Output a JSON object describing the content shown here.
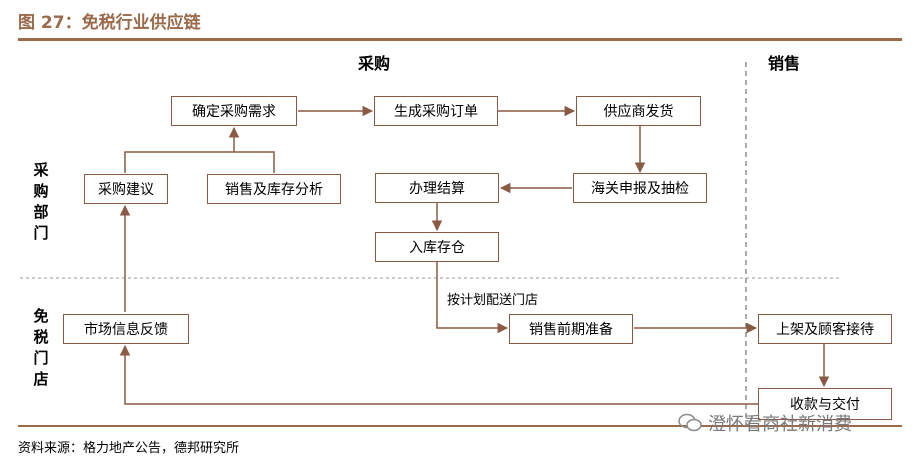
{
  "title": "图 27：免税行业供应链",
  "sections": {
    "purchase": "采购",
    "sales": "销售"
  },
  "lanes": {
    "purchase_dept": "采购部门",
    "dutyfree_store": "免税门店"
  },
  "boxes": {
    "determine_demand": "确定采购需求",
    "generate_order": "生成采购订单",
    "supplier_ship": "供应商发货",
    "purchase_suggestion": "采购建议",
    "sales_inventory_analysis": "销售及库存分析",
    "settlement": "办理结算",
    "customs_inspection": "海关申报及抽检",
    "warehouse_in": "入库存仓",
    "market_feedback": "市场信息反馈",
    "pre_sales_prep": "销售前期准备",
    "shelf_reception": "上架及顾客接待",
    "payment_delivery": "收款与交付"
  },
  "flow_note": "按计划配送门店",
  "source": "资料来源：格力地产公告，德邦研究所",
  "watermark": "澄怀看商社新消费"
}
